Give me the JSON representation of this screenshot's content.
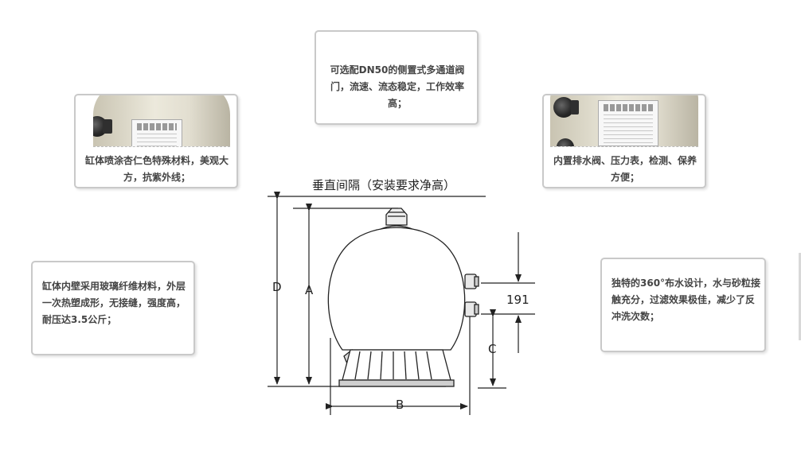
{
  "features": {
    "valve": "可选配DN50的侧置式多通道阀门，流速、流态稳定，工作效率高；",
    "coating": "缸体喷涂杏仁色特殊材料，美观大方，抗紫外线；",
    "drain": "内置排水阀、压力表，检测、保养方便；",
    "fiberglass": "缸体内壁采用玻璃纤维材料，外层一次热塑成形，无接缝，强度高，耐压达3.5公斤；",
    "distribution": "独特的360°布水设计，水与砂粒接触充分，过滤效果极佳，减少了反冲洗次数；"
  },
  "diagram": {
    "clearance_label": "垂直间隔（安装要求净高）",
    "dim_d": "D",
    "dim_a": "A",
    "dim_b": "B",
    "dim_c": "C",
    "dim_191": "191"
  },
  "colors": {
    "card_border": "#c9c9c9",
    "line": "#222222",
    "tank_beige": "#e2ded0"
  }
}
